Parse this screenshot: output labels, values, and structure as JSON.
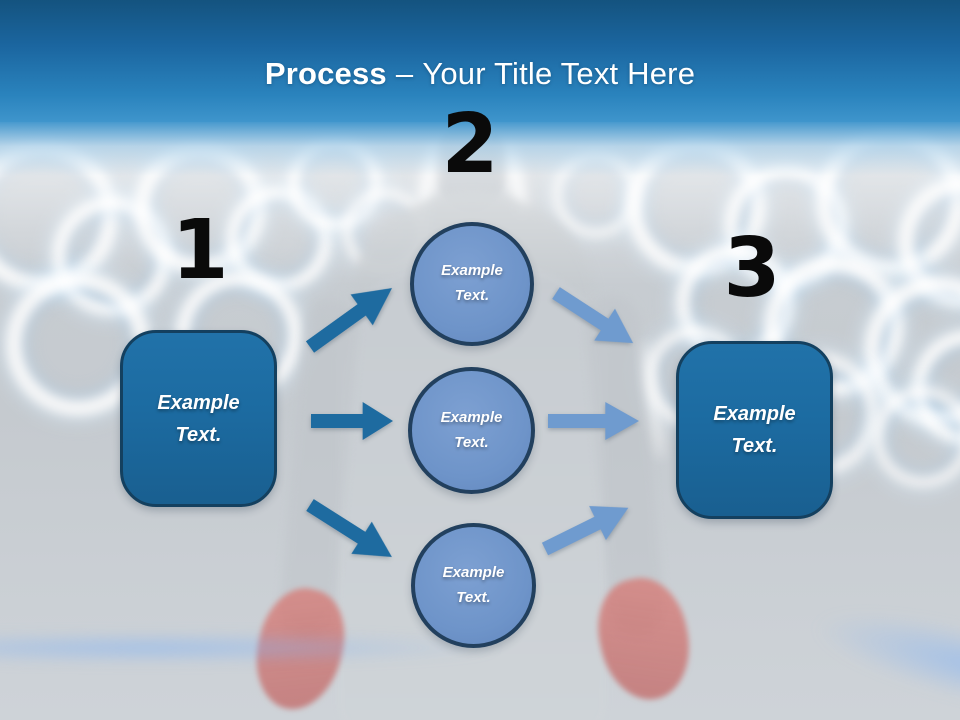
{
  "title": {
    "emphasis": "Process",
    "dash": "–",
    "rest": "Your Title Text Here"
  },
  "steps": [
    {
      "number": "1"
    },
    {
      "number": "2"
    },
    {
      "number": "3"
    }
  ],
  "left_box": {
    "label": "Example Text."
  },
  "right_box": {
    "label": "Example Text."
  },
  "circles": [
    {
      "label": "Example Text."
    },
    {
      "label": "Example Text."
    },
    {
      "label": "Example Text."
    }
  ],
  "colors": {
    "header_top": "#14537f",
    "header_bottom": "#3f95cc",
    "title_text": "#ffffff",
    "number": "#0a0a0a",
    "box_fill": "#1c6ba1",
    "box_border": "#14405f",
    "circle_fill": "#6e94c9",
    "circle_border": "#22405e",
    "arrow_dark": "#1e6ba0",
    "arrow_light": "#6f9bcf"
  }
}
